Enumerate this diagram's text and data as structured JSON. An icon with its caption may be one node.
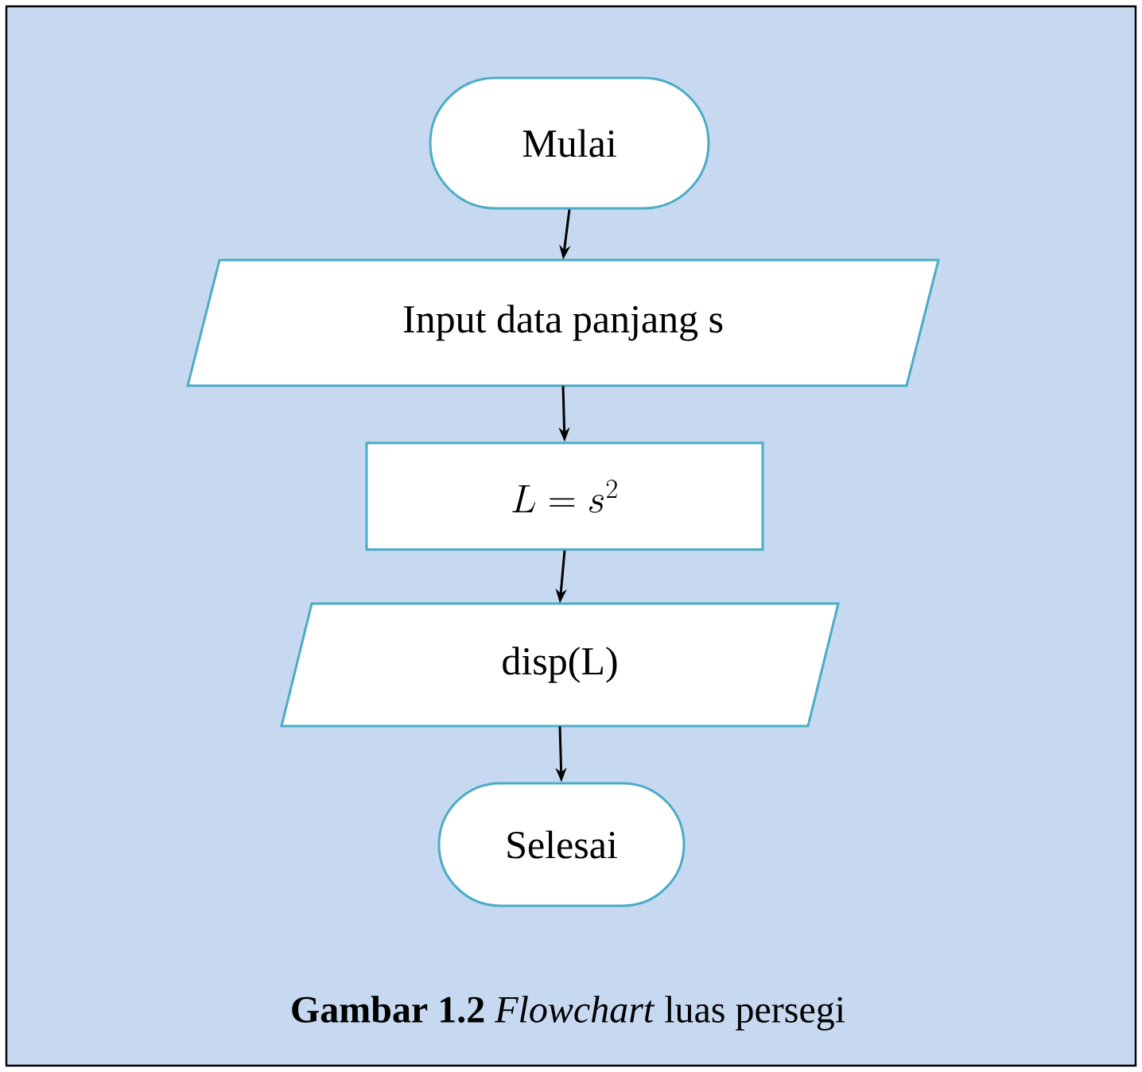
{
  "diagram": {
    "caption": "**Gambar 1.2** *Flowchart* luas persegi",
    "nodes": [
      {
        "text": [
          "Mulai"
        ]
      },
      {
        "text": [
          "Input data panjang s"
        ]
      },
      {
        "text": [
          "L = s^2"
        ]
      },
      {
        "text": [
          "disp(L)"
        ]
      },
      {
        "text": [
          "Selesai"
        ]
      }
    ],
    "edges": [
      {
        "from": 0,
        "to": 1,
        "arrow": "to"
      },
      {
        "from": 1,
        "to": 2,
        "arrow": "to"
      },
      {
        "from": 2,
        "to": 3,
        "arrow": "to"
      },
      {
        "from": 3,
        "to": 4,
        "arrow": "to"
      }
    ]
  }
}
